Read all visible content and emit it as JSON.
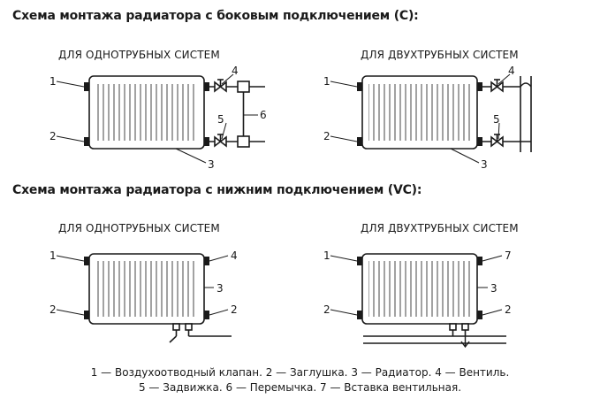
{
  "headings": {
    "side": "Схема монтажа радиатора с боковым подключением (C):",
    "bottom": "Схема монтажа радиатора с нижним подключением (VC):"
  },
  "subtitles": {
    "side_single": "ДЛЯ ОДНОТРУБНЫХ СИСТЕМ",
    "side_double": "ДЛЯ ДВУХТРУБНЫХ СИСТЕМ",
    "bottom_single": "ДЛЯ ОДНОТРУБНЫХ СИСТЕМ",
    "bottom_double": "ДЛЯ ДВУХТРУБНЫХ СИСТЕМ"
  },
  "callouts": {
    "one": "1",
    "two": "2",
    "three": "3",
    "four": "4",
    "five": "5",
    "six": "6",
    "seven": "7"
  },
  "legend": {
    "line1": "1 — Воздухоотводный клапан. 2 — Заглушка. 3 — Радиатор. 4 — Вентиль.",
    "line2": "5 — Задвижка. 6 — Перемычка. 7 — Вставка вентильная."
  }
}
